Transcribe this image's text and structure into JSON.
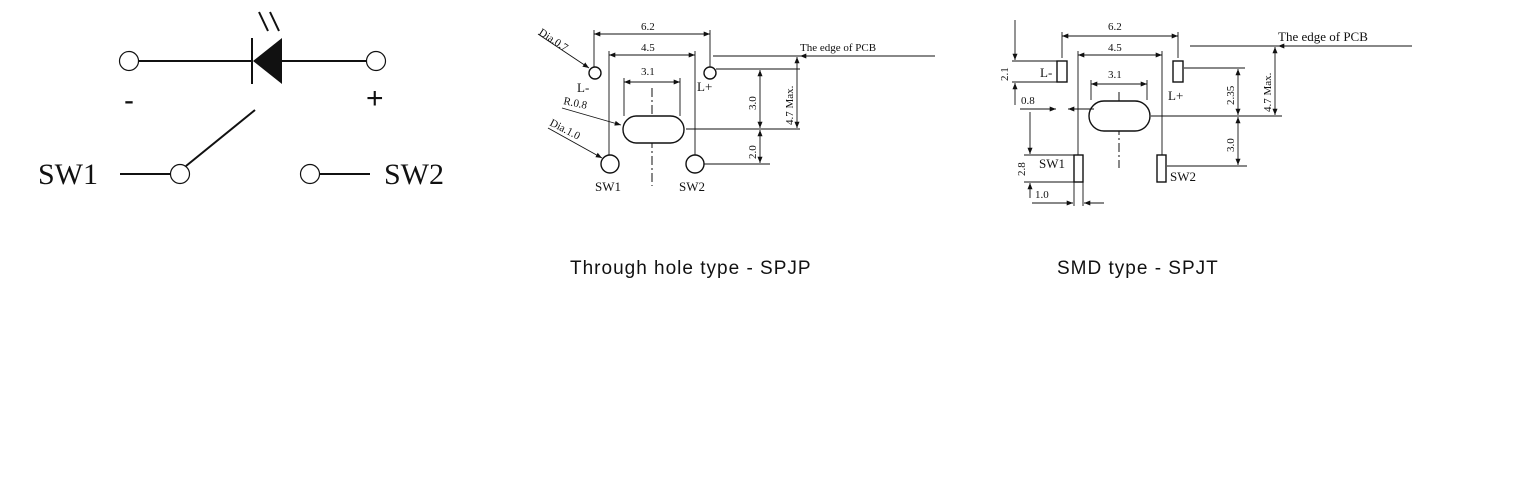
{
  "schematic": {
    "minus": "-",
    "plus": "+",
    "sw1": "SW1",
    "sw2": "SW2"
  },
  "through_hole": {
    "caption": "Through hole type - SPJP",
    "dim_6_2": "6.2",
    "dim_4_5": "4.5",
    "dim_3_1": "3.1",
    "dia_07": "Dia.0.7",
    "r_08": "R.0.8",
    "dia_10": "Dia.1.0",
    "l_minus": "L-",
    "l_plus": "L+",
    "sw1": "SW1",
    "sw2": "SW2",
    "edge": "The edge of PCB",
    "dim_3_0": "3.0",
    "dim_47max": "4.7 Max.",
    "dim_2_0": "2.0"
  },
  "smd": {
    "caption": "SMD type - SPJT",
    "dim_6_2": "6.2",
    "dim_4_5": "4.5",
    "dim_3_1": "3.1",
    "edge": "The edge of PCB",
    "l_minus": "L-",
    "l_plus": "L+",
    "sw1": "SW1",
    "sw2": "SW2",
    "dim_2_1": "2.1",
    "dim_0_8": "0.8",
    "dim_2_8": "2.8",
    "dim_1_0": "1.0",
    "dim_2_35": "2.35",
    "dim_47max": "4.7 Max.",
    "dim_3_0": "3.0"
  }
}
